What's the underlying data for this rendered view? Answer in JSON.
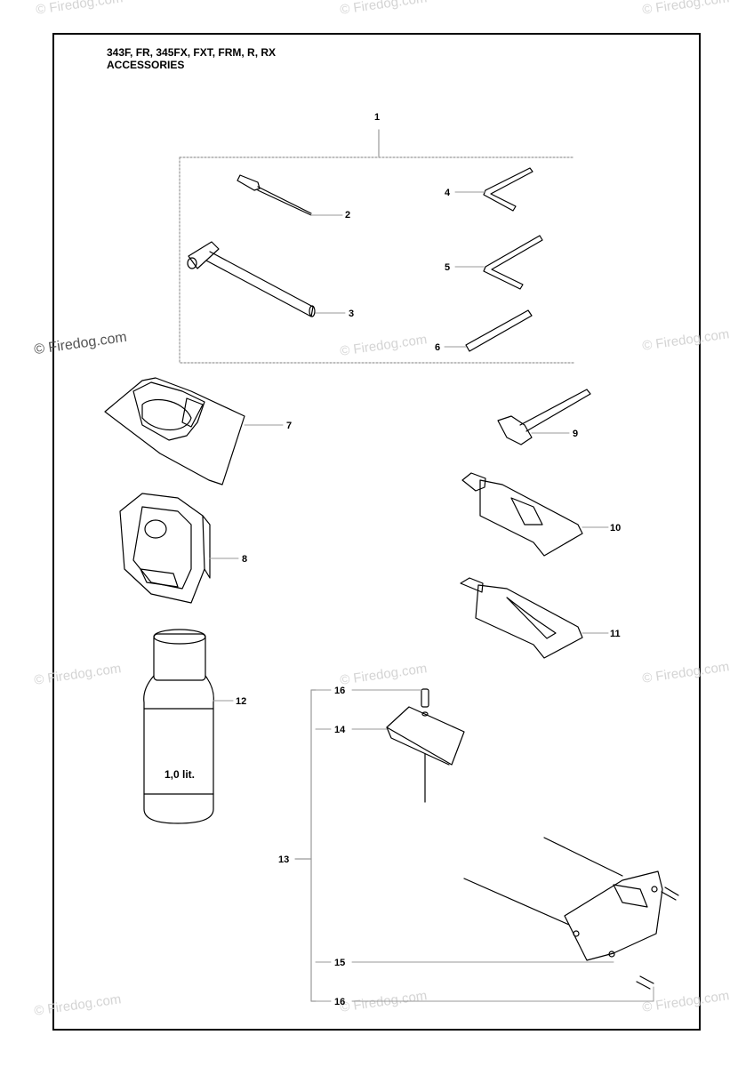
{
  "header": {
    "models": "343F, FR, 345FX, FXT, FRM, R, RX",
    "section": "ACCESSORIES"
  },
  "watermark": {
    "text": "© Firedog.com"
  },
  "parts": {
    "p1": "1",
    "p2": "2",
    "p3": "3",
    "p4": "4",
    "p5": "5",
    "p6": "6",
    "p7": "7",
    "p8": "8",
    "p9": "9",
    "p10": "10",
    "p11": "11",
    "p12": "12",
    "p13": "13",
    "p14": "14",
    "p15": "15",
    "p16a": "16",
    "p16b": "16"
  },
  "bottle": {
    "volume": "1,0 lit."
  },
  "colors": {
    "line": "#000000",
    "leader": "#999999",
    "watermark": "#d4d4d4"
  }
}
